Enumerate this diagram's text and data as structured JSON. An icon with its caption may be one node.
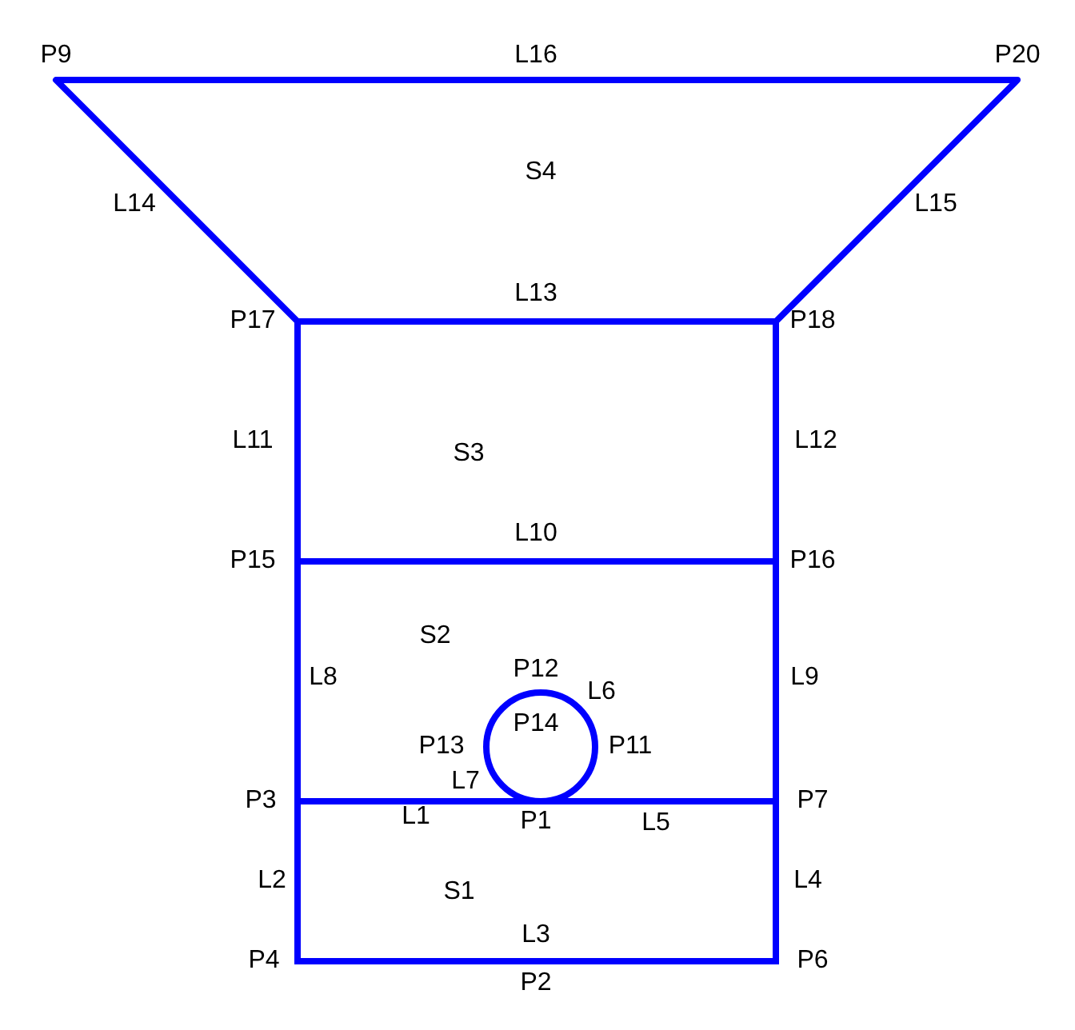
{
  "diagram": {
    "labels": [
      "P9",
      "L16",
      "P20",
      "S4",
      "L14",
      "L15",
      "L13",
      "P17",
      "P18",
      "L11",
      "L12",
      "S3",
      "L10",
      "P15",
      "P16",
      "S2",
      "P12",
      "L8",
      "L9",
      "L6",
      "P14",
      "P13",
      "P11",
      "L7",
      "P3",
      "P7",
      "L1",
      "P1",
      "L5",
      "L2",
      "L4",
      "S1",
      "L3",
      "P4",
      "P6",
      "P2"
    ]
  }
}
